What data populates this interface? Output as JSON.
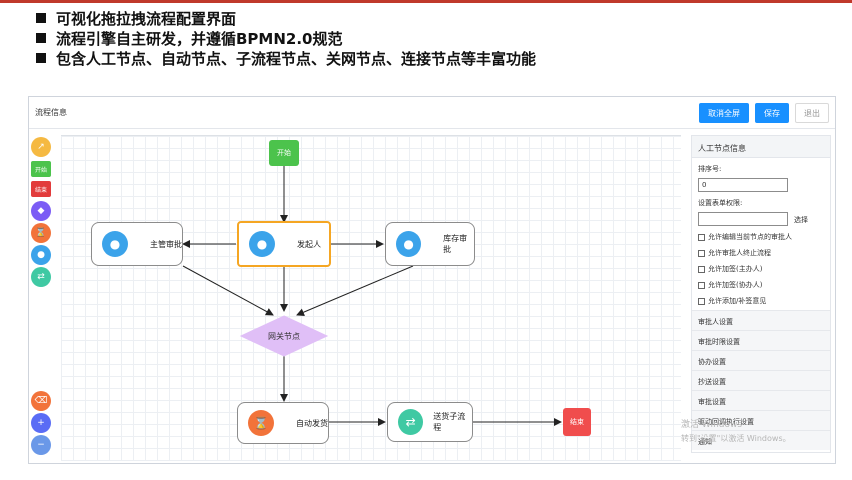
{
  "bullets": [
    "可视化拖拉拽流程配置界面",
    "流程引擎自主研发，并遵循BPMN2.0规范",
    "包含人工节点、自动节点、子流程节点、关网节点、连接节点等丰富功能"
  ],
  "window": {
    "title": "流程信息",
    "buttons": {
      "cancel_fullscreen": "取消全屏",
      "save": "保存",
      "exit": "退出"
    }
  },
  "palette": {
    "start": "开始",
    "end": "结束"
  },
  "nodes": {
    "start": "开始",
    "initiator": "发起人",
    "supervisor": "主管审批",
    "warehouse": "库存审批",
    "gateway": "网关节点",
    "auto_ship": "自动发货",
    "subprocess": "送货子流程",
    "end": "结束"
  },
  "panel": {
    "title": "人工节点信息",
    "sort_label": "排序号:",
    "sort_value": "0",
    "form_perm_label": "设置表单权限:",
    "choose": "选择",
    "checkboxes": [
      "允许编辑当前节点的审批人",
      "允许审批人终止流程",
      "允许加签(主办人)",
      "允许加签(协办人)",
      "允许添加/补签意见"
    ],
    "sections": [
      "审批人设置",
      "审批时限设置",
      "协办设置",
      "抄送设置",
      "审批设置",
      "驱动回调执行设置",
      "通知"
    ]
  },
  "watermark": {
    "line1": "激活 Windows",
    "line2": "转到\"设置\"以激活 Windows。"
  },
  "colors": {
    "accent": "#1890ff",
    "start": "#4cc34c",
    "end": "#f04d4d",
    "gateway": "#e0bff7",
    "selected": "#f5a623"
  }
}
